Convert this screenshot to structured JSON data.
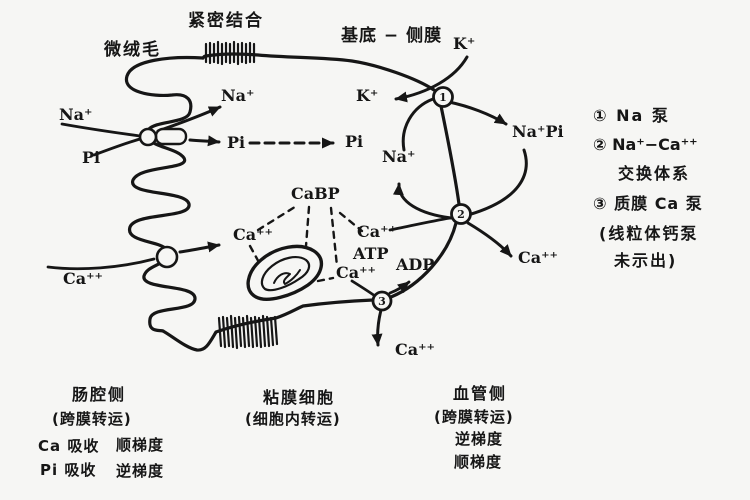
{
  "figure": {
    "background": "#f6f6f4",
    "ink": "#161616",
    "description_domain": "intestinal mucosal cell Ca/Pi transport diagram"
  },
  "labels": {
    "microvilli": "微绒毛",
    "tight_junction": "紧密结合",
    "basolateral_membrane": "基底 − 侧膜",
    "k_out": "K⁺",
    "k_in": "K⁺",
    "na_out": "Na⁺",
    "pi_out": "Pi",
    "na_in": "Na⁺",
    "pi_in": "Pi",
    "pi_basal": "Pi",
    "na_cycle": "Na⁺",
    "napi_out": "Na⁺Pi",
    "cabp": "CaBP",
    "ca_in": "Ca⁺⁺",
    "ca_out_lumen": "Ca⁺⁺",
    "ca_to_exchanger": "Ca⁺⁺",
    "atp": "ATP",
    "ca_to_pump": "Ca⁺⁺",
    "adp": "ADP",
    "ca_out_blood": "Ca⁺⁺",
    "ca_out_bottom": "Ca⁺⁺"
  },
  "pumps": {
    "p1": "1",
    "p2": "2",
    "p3": "3"
  },
  "legend": {
    "items": [
      "① Na 泵",
      "② Na⁺−Ca⁺⁺",
      "交换体系",
      "③ 质膜 Ca 泵",
      "(线粒体钙泵",
      "未示出)"
    ]
  },
  "footer": {
    "lumen": {
      "title": "肠腔侧",
      "subtitle": "(跨膜转运)",
      "rows": [
        [
          "Ca 吸收",
          "顺梯度"
        ],
        [
          "Pi 吸收",
          "逆梯度"
        ]
      ]
    },
    "cell": {
      "title": "粘膜细胞",
      "subtitle": "(细胞内转运)"
    },
    "blood": {
      "title": "血管侧",
      "subtitle": "(跨膜转运)",
      "lines": [
        "逆梯度",
        "顺梯度"
      ]
    }
  }
}
